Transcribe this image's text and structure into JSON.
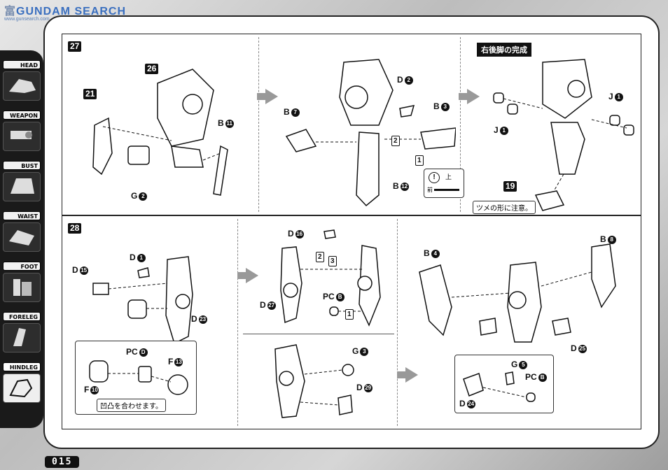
{
  "watermark": {
    "prefix": "富",
    "text": "GUNDAM SEARCH",
    "sub": "www.gunsearch.com"
  },
  "sidebar": [
    {
      "label": "HEAD",
      "icon": "head-icon"
    },
    {
      "label": "WEAPON",
      "icon": "weapon-icon"
    },
    {
      "label": "BUST",
      "icon": "bust-icon"
    },
    {
      "label": "WAIST",
      "icon": "waist-icon"
    },
    {
      "label": "FOOT",
      "icon": "foot-icon"
    },
    {
      "label": "FORELEG",
      "icon": "foreleg-icon"
    },
    {
      "label": "HINDLEG",
      "icon": "hindleg-icon",
      "active": true
    }
  ],
  "step27": {
    "number": "27",
    "callouts": {
      "part21": "21",
      "part26": "26",
      "part19": "19"
    },
    "labels": {
      "B11": {
        "letter": "B",
        "num": "11"
      },
      "G2": {
        "letter": "G",
        "num": "2"
      },
      "D2": {
        "letter": "D",
        "num": "2"
      },
      "B7": {
        "letter": "B",
        "num": "7"
      },
      "B3": {
        "letter": "B",
        "num": "3"
      },
      "B12": {
        "letter": "B",
        "num": "12"
      },
      "J1a": {
        "letter": "J",
        "num": "1"
      },
      "J1b": {
        "letter": "J",
        "num": "1"
      }
    },
    "order": {
      "one": "1",
      "two": "2"
    },
    "up_note": "上",
    "front_note": "前",
    "complete_title": "右後脚の完成",
    "claw_note": "ツメの形に注意。"
  },
  "step28": {
    "number": "28",
    "labels": {
      "D1": {
        "letter": "D",
        "num": "1"
      },
      "D15": {
        "letter": "D",
        "num": "15"
      },
      "D23": {
        "letter": "D",
        "num": "23"
      },
      "PCD": {
        "letter": "PC",
        "num": "D"
      },
      "F13": {
        "letter": "F",
        "num": "13"
      },
      "F10": {
        "letter": "F",
        "num": "10"
      },
      "D16": {
        "letter": "D",
        "num": "16"
      },
      "D27": {
        "letter": "D",
        "num": "27"
      },
      "PCB1": {
        "letter": "PC",
        "num": "B"
      },
      "G3": {
        "letter": "G",
        "num": "3"
      },
      "D29": {
        "letter": "D",
        "num": "29"
      },
      "B4": {
        "letter": "B",
        "num": "4"
      },
      "B8": {
        "letter": "B",
        "num": "8"
      },
      "D25": {
        "letter": "D",
        "num": "25"
      },
      "G5": {
        "letter": "G",
        "num": "5"
      },
      "PCB2": {
        "letter": "PC",
        "num": "B"
      },
      "D24": {
        "letter": "D",
        "num": "24"
      }
    },
    "order": {
      "one": "1",
      "two": "2",
      "three": "3"
    },
    "align_note": "凹凸を合わせます。"
  },
  "page_number": "015",
  "colors": {
    "ink": "#111111",
    "arrow": "#999999",
    "frame": "#222222"
  }
}
